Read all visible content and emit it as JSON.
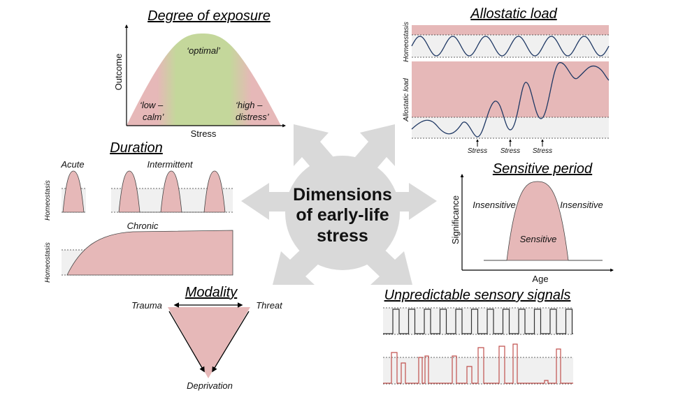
{
  "center": {
    "lines": [
      "Dimensions",
      "of early-life",
      "stress"
    ]
  },
  "exposure": {
    "title": "Degree of exposure",
    "ylabel": "Outcome",
    "xlabel": "Stress",
    "optimal": "‘optimal’",
    "low_1": "‘low –",
    "low_2": "calm’",
    "high_1": "‘high –",
    "high_2": "distress’"
  },
  "allostatic": {
    "title": "Allostatic load",
    "ylabel_top": "Homeostasis",
    "ylabel_bottom": "Allostatic load",
    "stress_labels": [
      "Stress",
      "Stress",
      "Stress"
    ]
  },
  "duration": {
    "title": "Duration",
    "acute": "Acute",
    "intermittent": "Intermittent",
    "chronic": "Chronic",
    "ylabel_top": "Homeostasis",
    "ylabel_bottom": "Homeostasis"
  },
  "sensitive": {
    "title": "Sensitive period",
    "ylabel": "Significance",
    "xlabel": "Age",
    "left": "Insensitive",
    "right": "Insensitive",
    "middle": "Sensitive"
  },
  "modality": {
    "title": "Modality",
    "trauma": "Trauma",
    "threat": "Threat",
    "deprivation": "Deprivation"
  },
  "sensory": {
    "title": "Unpredictable sensory signals"
  },
  "colors": {
    "pink": "#e6b8b8",
    "green": "#c4d79b",
    "grey_arrow": "#d9d9d9",
    "band": "#f0f0f0",
    "wave": "#1f3864",
    "red_signal": "#c0504d"
  }
}
